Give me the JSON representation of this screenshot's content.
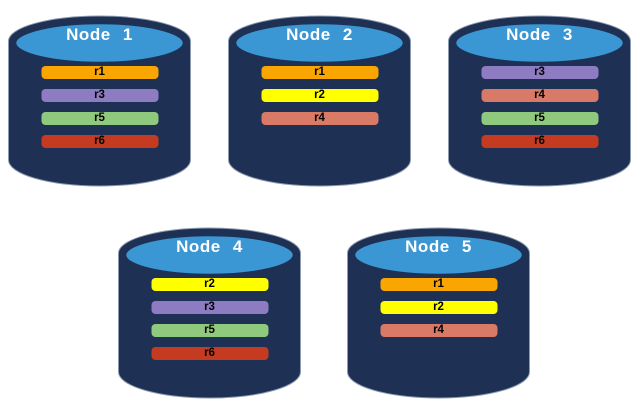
{
  "colors": {
    "background": "#FFFFFF",
    "cylinder_body": "#1E3054",
    "cylinder_outline": "#8C9BB0",
    "cylinder_top": "#3A97D3",
    "cylinder_top_ring": "#1E3054",
    "node_title_text": "#FFFFFF",
    "replica_label_text": "#000000"
  },
  "replica_colors": {
    "r1": "#F9A602",
    "r2": "#FFFF00",
    "r3": "#8E7CC3",
    "r4": "#D97A66",
    "r5": "#8FC97D",
    "r6": "#C53B22"
  },
  "nodes": [
    {
      "label": "Node 1",
      "replicas": [
        "r1",
        "r3",
        "r5",
        "r6"
      ]
    },
    {
      "label": "Node 2",
      "replicas": [
        "r1",
        "r2",
        "r4"
      ]
    },
    {
      "label": "Node 3",
      "replicas": [
        "r3",
        "r4",
        "r5",
        "r6"
      ]
    },
    {
      "label": "Node 4",
      "replicas": [
        "r2",
        "r3",
        "r5",
        "r6"
      ]
    },
    {
      "label": "Node 5",
      "replicas": [
        "r1",
        "r2",
        "r4"
      ]
    }
  ]
}
